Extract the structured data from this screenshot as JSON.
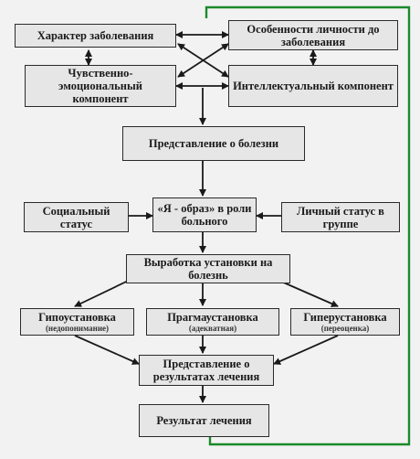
{
  "boxes": {
    "disease_nature": "Характер заболевания",
    "personality_before": "Особенности личности до заболевания",
    "sensory_emotional": "Чувственно-эмоциональный компонент",
    "intellectual": "Интеллектуальный компонент",
    "disease_representation": "Представление о болезни",
    "social_status": "Социальный статус",
    "self_image": "«Я - образ» в роли больного",
    "personal_status": "Личный статус в группе",
    "attitude_formation": "Выработка установки на болезнь",
    "hypo": "Гипоустановка",
    "hypo_note": "(недопонимание)",
    "pragma": "Прагмаустановка",
    "pragma_note": "(адекватная)",
    "hyper": "Гиперустановка",
    "hyper_note": "(переоценка)",
    "treatment_results_representation": "Представление о результатах лечения",
    "treatment_result": "Результат лечения"
  },
  "colors": {
    "feedback_line": "#1a8a2a",
    "box_fill": "#e6e6e6",
    "box_border": "#2a2a2a",
    "arrow": "#1a1a1a"
  }
}
